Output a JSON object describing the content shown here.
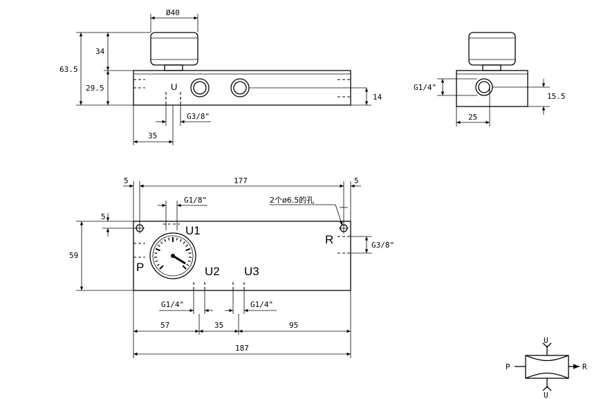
{
  "drawing": {
    "front_view": {
      "dia_label": "Ø40",
      "dim_total_height": "63.5",
      "dim_gauge_height": "34",
      "dim_body_height": "29.5",
      "dim_port_center": "14",
      "dim_port_offset": "35",
      "port_u_label": "U",
      "port_thread": "G3/8\""
    },
    "side_view": {
      "port_thread": "G1/4\"",
      "dim_port_width": "25",
      "dim_height": "15.5"
    },
    "top_view": {
      "dim_hole_spacing": "177",
      "dim_edge_left": "5",
      "dim_edge_right": "5",
      "dim_edge_top": "5",
      "holes_note": "2个ø6.5的孔",
      "port_u1_thread": "G1/8\"",
      "port_u1_label": "U1",
      "port_p_label": "P",
      "port_r_label": "R",
      "port_r_thread": "G3/8\"",
      "dim_height": "59",
      "port_u2_label": "U2",
      "port_u3_label": "U3",
      "port_u2_thread": "G1/4\"",
      "port_u3_thread": "G1/4\"",
      "dim_seg_1": "57",
      "dim_seg_2": "35",
      "dim_seg_3": "95",
      "dim_total_length": "187"
    },
    "symbol": {
      "u_top": "U",
      "u_bottom": "U",
      "p_label": "P",
      "r_label": "R"
    }
  }
}
